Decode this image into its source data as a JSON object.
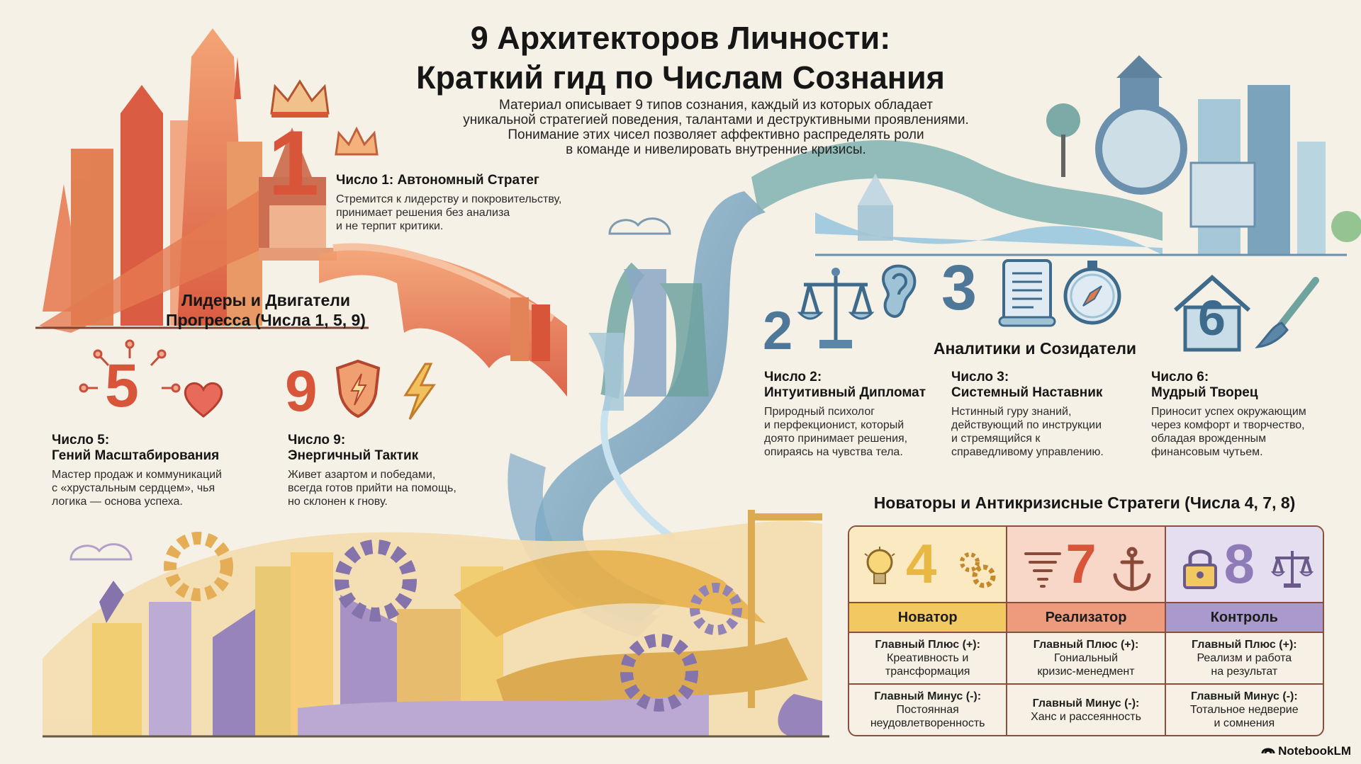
{
  "title_line1": "9 Архитекторов Личности:",
  "title_line2": "Краткий гид по Числам Сознания",
  "intro": {
    "line1": "Материал описывает 9 типов сознания, каждый из которых обладает",
    "line2": "уникальной стратегией поведения, талантами и деструктивными проявлениями.",
    "line3": "Понимание этих чисел позволяет аффективно распределять роли",
    "line4": "в команде и нивелировать внутренние кризисы."
  },
  "groups": {
    "leaders_line1": "Лидеры и Двигатели",
    "leaders_line2": "Прогресса (Числа 1, 5, 9)",
    "analysts": "Аналитики и Созидатели",
    "innovators": "Новаторы и Антикризисные Стратеги (Числа 4, 7, 8)"
  },
  "numbers": {
    "n1": {
      "glyph": "1",
      "head": "Число 1: Автономный Стратег",
      "d1": "Стремится к лидерству и покровительству,",
      "d2": "принимает решения без анализа",
      "d3": "и не терпит критики."
    },
    "n5": {
      "glyph": "5",
      "h1": "Число 5:",
      "h2": "Гений Масштабирования",
      "d1": "Мастер продаж и коммуникаций",
      "d2": "с «хрустальным сердцем», чья",
      "d3": "логика — основа успеха."
    },
    "n9": {
      "glyph": "9",
      "h1": "Число 9:",
      "h2": "Энергичный Тактик",
      "d1": "Живет азартом и победами,",
      "d2": "всегда готов прийти на помощь,",
      "d3": "но склонен к гнову."
    },
    "n2": {
      "glyph": "2",
      "h1": "Число 2:",
      "h2": "Интуитивный Дипломат",
      "d1": "Природный психолог",
      "d2": "и перфекционист, который",
      "d3": "доято принимает решения,",
      "d4": "опираясь на чувства тела."
    },
    "n3": {
      "glyph": "3",
      "h1": "Число 3:",
      "h2": "Системный Наставник",
      "d1": "Нстинный гуру знаний,",
      "d2": "действующий по инструкции",
      "d3": "и стремящийся к",
      "d4": "справедливому управлению."
    },
    "n6": {
      "glyph": "6",
      "h1": "Число 6:",
      "h2": "Мудрый Творец",
      "d1": "Приносит успех окружающим",
      "d2": "через комфорт и творчество,",
      "d3": "обладая врожденным",
      "d4": "финансовым чутьем."
    }
  },
  "table": {
    "cols": [
      {
        "glyph": "4",
        "name": "Новатор",
        "plus_label": "Главный Плюс (+):",
        "plus1": "Креативность и",
        "plus2": "трансформация",
        "minus_label": "Главный Минус (-):",
        "minus1": "Постоянная",
        "minus2": "неудовлетворенность"
      },
      {
        "glyph": "7",
        "name": "Реализатор",
        "plus_label": "Главный Плюс (+):",
        "plus1": "Гониальный",
        "plus2": "кризис-менедмент",
        "minus_label": "Главный Минус (-):",
        "minus1": "Ханс и рассеянность",
        "minus2": ""
      },
      {
        "glyph": "8",
        "name": "Контроль",
        "plus_label": "Главный Плюс (+):",
        "plus1": "Реализм и работа",
        "plus2": "на результат",
        "minus_label": "Главный Минус (-):",
        "minus1": "Тотальное недверие",
        "minus2": "и сомнения"
      }
    ]
  },
  "brand": "NotebookLM",
  "colors": {
    "orange": "#e07a4c",
    "red": "#d9553a",
    "blue": "#5b86a8",
    "yellow": "#f2cc6a",
    "salmon": "#f2a891",
    "lavender": "#bcb1d6",
    "teal": "#6fa3a0"
  },
  "icons": [
    "crown-icon",
    "starburst-icon",
    "heart-icon",
    "shield-lightning-icon",
    "lightning-icon",
    "scales-icon",
    "ear-icon",
    "scroll-icon",
    "compass-icon",
    "house-icon",
    "paintbrush-icon",
    "lightbulb-icon",
    "gear-icon",
    "tornado-icon",
    "anchor-icon",
    "padlock-icon",
    "notebooklm-logo-icon"
  ]
}
